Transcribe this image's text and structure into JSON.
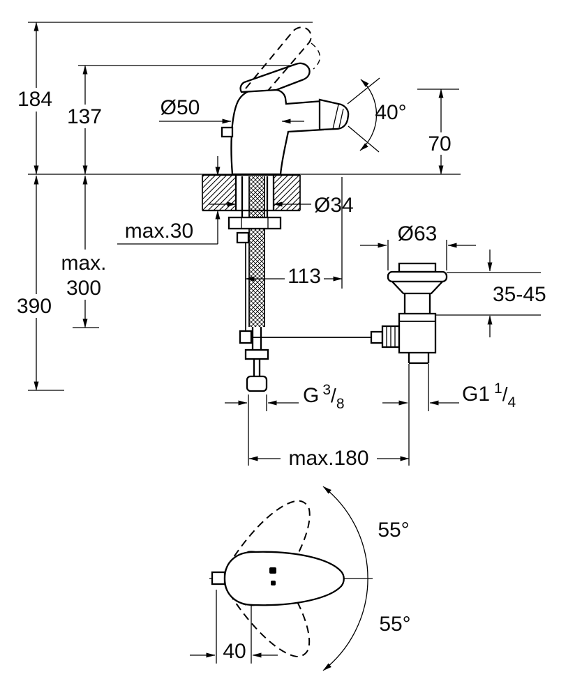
{
  "meta": {
    "background_color": "#ffffff",
    "line_color": "#000000"
  },
  "side_view": {
    "height_total": "184",
    "height_lever": "137",
    "base_diameter": "Ø50",
    "spout_angle": "40°",
    "outlet_height": "70",
    "hole_diameter": "Ø34",
    "deck_thickness_max": "max.30",
    "hose_max_word": "max.",
    "hose_max_value": "300",
    "depth_total": "390",
    "center_offset": "113",
    "waste_flange_diameter": "Ø63",
    "waste_depth_range": "35-45",
    "supply_thread": {
      "prefix": "G",
      "num": "3",
      "slash": "/",
      "den": "8"
    },
    "waste_thread": {
      "prefix": "G1",
      "num": "1",
      "slash": "/",
      "den": "4"
    },
    "projection_max": "max.180"
  },
  "top_view": {
    "handle_swing_up": "55°",
    "handle_swing_down": "55°",
    "handle_offset": "40"
  }
}
